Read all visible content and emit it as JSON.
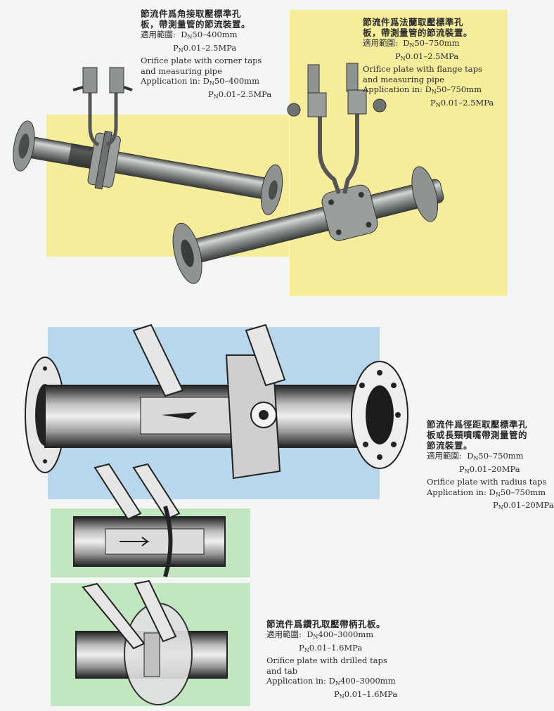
{
  "corner_taps": {
    "zh_title_1": "節流件爲角接取壓標準孔",
    "zh_title_2": "板，帶測量管的節流裝置。",
    "zh_range_label": "適用範圍:",
    "d_prefix": "D",
    "d_sub": "N",
    "d_range": "50–400mm",
    "p_prefix": "P",
    "p_sub": "N",
    "p_range": "0.01–2.5MPa",
    "en_1": "Orifice plate with corner taps",
    "en_2": "and measuring pipe",
    "en_app": "Application in: ",
    "en_d_range": "50–400mm",
    "en_p_range": "0.01–2.5MPa"
  },
  "flange_taps": {
    "zh_title_1": "節流件爲法蘭取壓標準孔",
    "zh_title_2": "板，帶測量管的節流裝置。",
    "zh_range_label": "適用範圍:",
    "d_prefix": "D",
    "d_sub": "N",
    "d_range": "50–750mm",
    "p_prefix": "P",
    "p_sub": "N",
    "p_range": "0.01–2.5MPa",
    "en_1": "Orifice plate with flange taps",
    "en_2": "and measuring pipe",
    "en_app": "Application in: ",
    "en_d_range": "50–750mm",
    "en_p_range": "0.01–2.5MPa"
  },
  "radius_taps": {
    "zh_title_1": "節流件爲徑距取壓標準孔",
    "zh_title_2": "板或長頸噴嘴帶測量管的",
    "zh_title_3": "節流裝置。",
    "zh_range_label": "適用範圍:",
    "d_prefix": "D",
    "d_sub": "N",
    "d_range": "50–750mm",
    "p_prefix": "P",
    "p_sub": "N",
    "p_range": "0.01–20MPa",
    "en_1": "Orifice plate with radius taps",
    "en_app": "Application in: ",
    "en_d_range": "50–750mm",
    "en_p_range": "0.01–20MPa"
  },
  "drilled_taps": {
    "zh_title_1": "節流件爲鑽孔取壓帶柄孔板。",
    "zh_range_label": "適用範圍:",
    "d_prefix": "D",
    "d_sub": "N",
    "d_range": "400–3000mm",
    "p_prefix": "P",
    "p_sub": "N",
    "p_range": "0.01–1.6MPa",
    "en_1": "Orifice plate with drilled taps",
    "en_2": "and tab",
    "en_app": "Application in: ",
    "en_d_range": "400–3000mm",
    "en_p_range": "0.01–1.6MPa"
  },
  "colors": {
    "yellow_panel": "#f5ec9c",
    "blue_panel": "#b8d6ec",
    "green_panel": "#c2e6c0",
    "metal": "#8f9490",
    "metal_dark": "#4a4d4b",
    "metal_light": "#d3d6d2"
  }
}
